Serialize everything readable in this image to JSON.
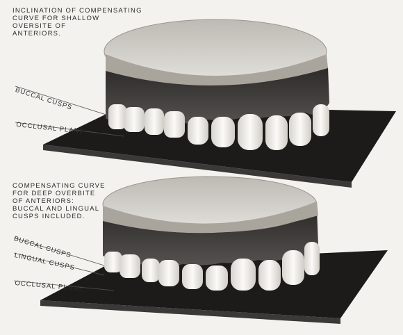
{
  "top_caption": "INCLINATION OF COMPENSATING\nCURVE FOR SHALLOW\nOVERSITE OF\nANTERIORS.",
  "top_labels": {
    "buccal_cusps": "BUCCAL CUSPS",
    "occlusal_plane": "OCCLUSAL PLANE"
  },
  "bottom_caption": "COMPENSATING CURVE\nFOR DEEP OVERBITE\nOF ANTERIORS:\nBUCCAL AND LINGUAL\nCUSPS INCLUDED.",
  "bottom_labels": {
    "buccal_cusps": "BUCCAL CUSPS",
    "lingual_cusps": "LINGUAL CUSPS",
    "occlusal_plane": "OCCLUSAL PLANE"
  }
}
